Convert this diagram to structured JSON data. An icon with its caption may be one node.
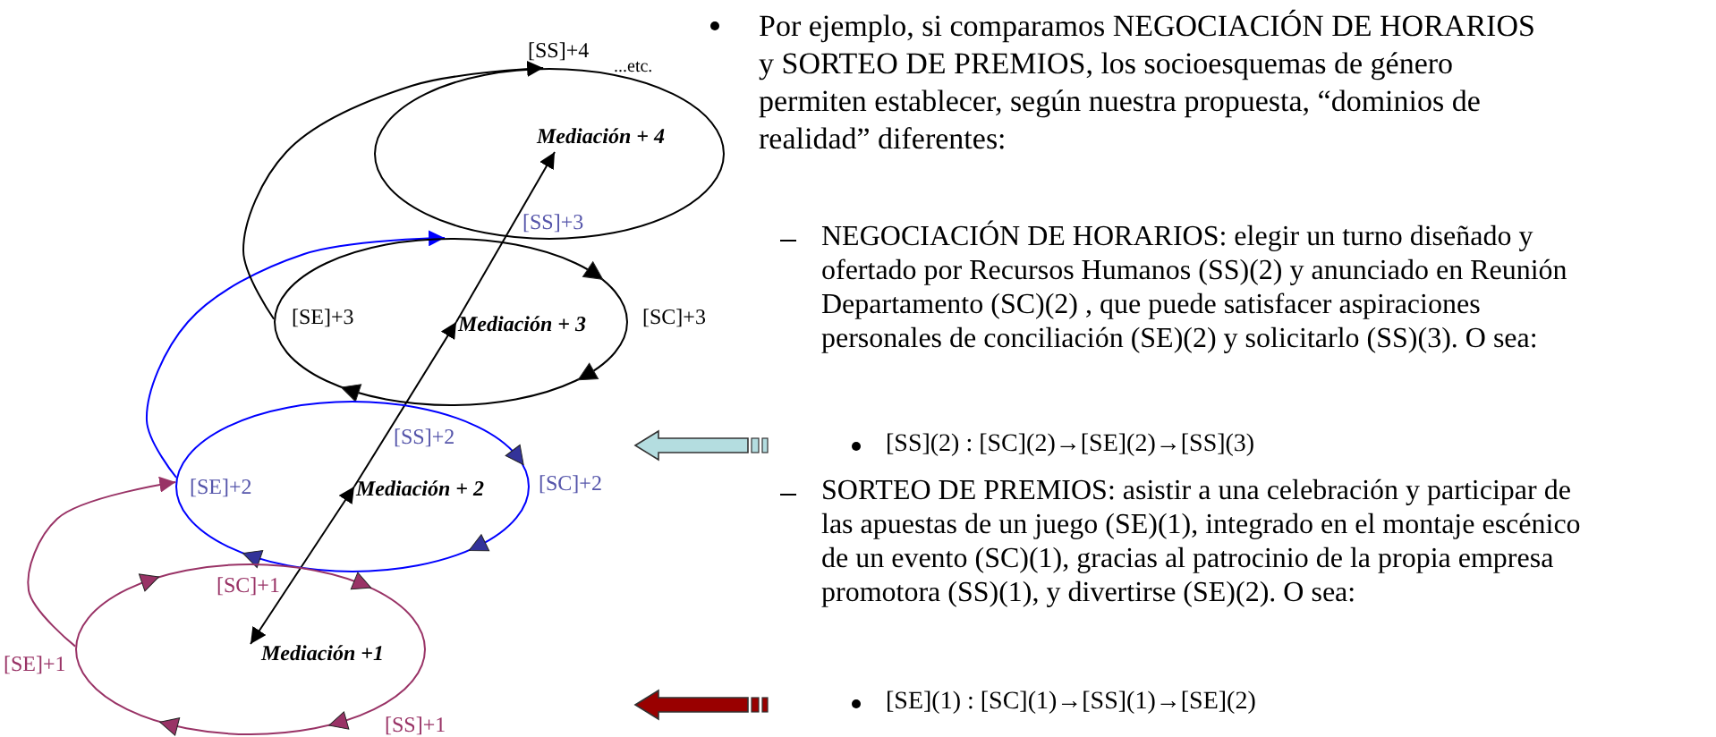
{
  "diagram": {
    "nodes": [
      {
        "text": [
          "Mediación + 4"
        ]
      },
      {
        "text": [
          "Mediación + 3"
        ]
      },
      {
        "text": [
          "Mediación + 2"
        ]
      },
      {
        "text": [
          "Mediación +1"
        ]
      }
    ],
    "edges": [
      {
        "from": 3,
        "to": 2,
        "arrow": "to",
        "color": "#993366"
      },
      {
        "from": 2,
        "to": 1,
        "arrow": "to",
        "color": "#0000ff"
      },
      {
        "from": 1,
        "to": 0,
        "arrow": "to"
      },
      {
        "from": 3,
        "to": 2,
        "arrow": "both"
      },
      {
        "from": 2,
        "to": 1,
        "arrow": "to"
      },
      {
        "from": 1,
        "to": 0,
        "arrow": "to"
      }
    ],
    "labels": [
      "[SS]+4",
      "...etc.",
      "[SS]+3",
      "[SE]+3",
      "[SC]+3",
      "[SS]+2",
      "[SE]+2",
      "[SC]+2",
      "[SC]+1",
      "[SE]+1",
      "[SS]+1",
      "Por ejemplo, si comparamos NEGOCIACIÓN DE HORARIOS y SORTEO DE PREMIOS, los socioesquemas de género permiten establecer, según nuestra propuesta, “dominios de realidad” diferentes:",
      "NEGOCIACIÓN DE HORARIOS: elegir un turno diseñado y ofertado por Recursos Humanos (SS)(2) y anunciado en Reunión Departamento (SC)(2) , que puede satisfacer aspiraciones personales de conciliación (SE)(2) y solicitarlo (SS)(3). O sea:",
      "[SS](2) : [SC](2)→[SE](2)→[SS](3)",
      "SORTEO DE PREMIOS: asistir a una celebración y participar de las apuestas de un juego (SE)(1), integrado en el montaje escénico de un evento (SC)(1), gracias al patrocinio de la propia empresa promotora (SS)(1), y divertirse (SE)(2). O sea:",
      "[SE](1) : [SC](1)→[SS](1)→[SE](2)"
    ]
  }
}
